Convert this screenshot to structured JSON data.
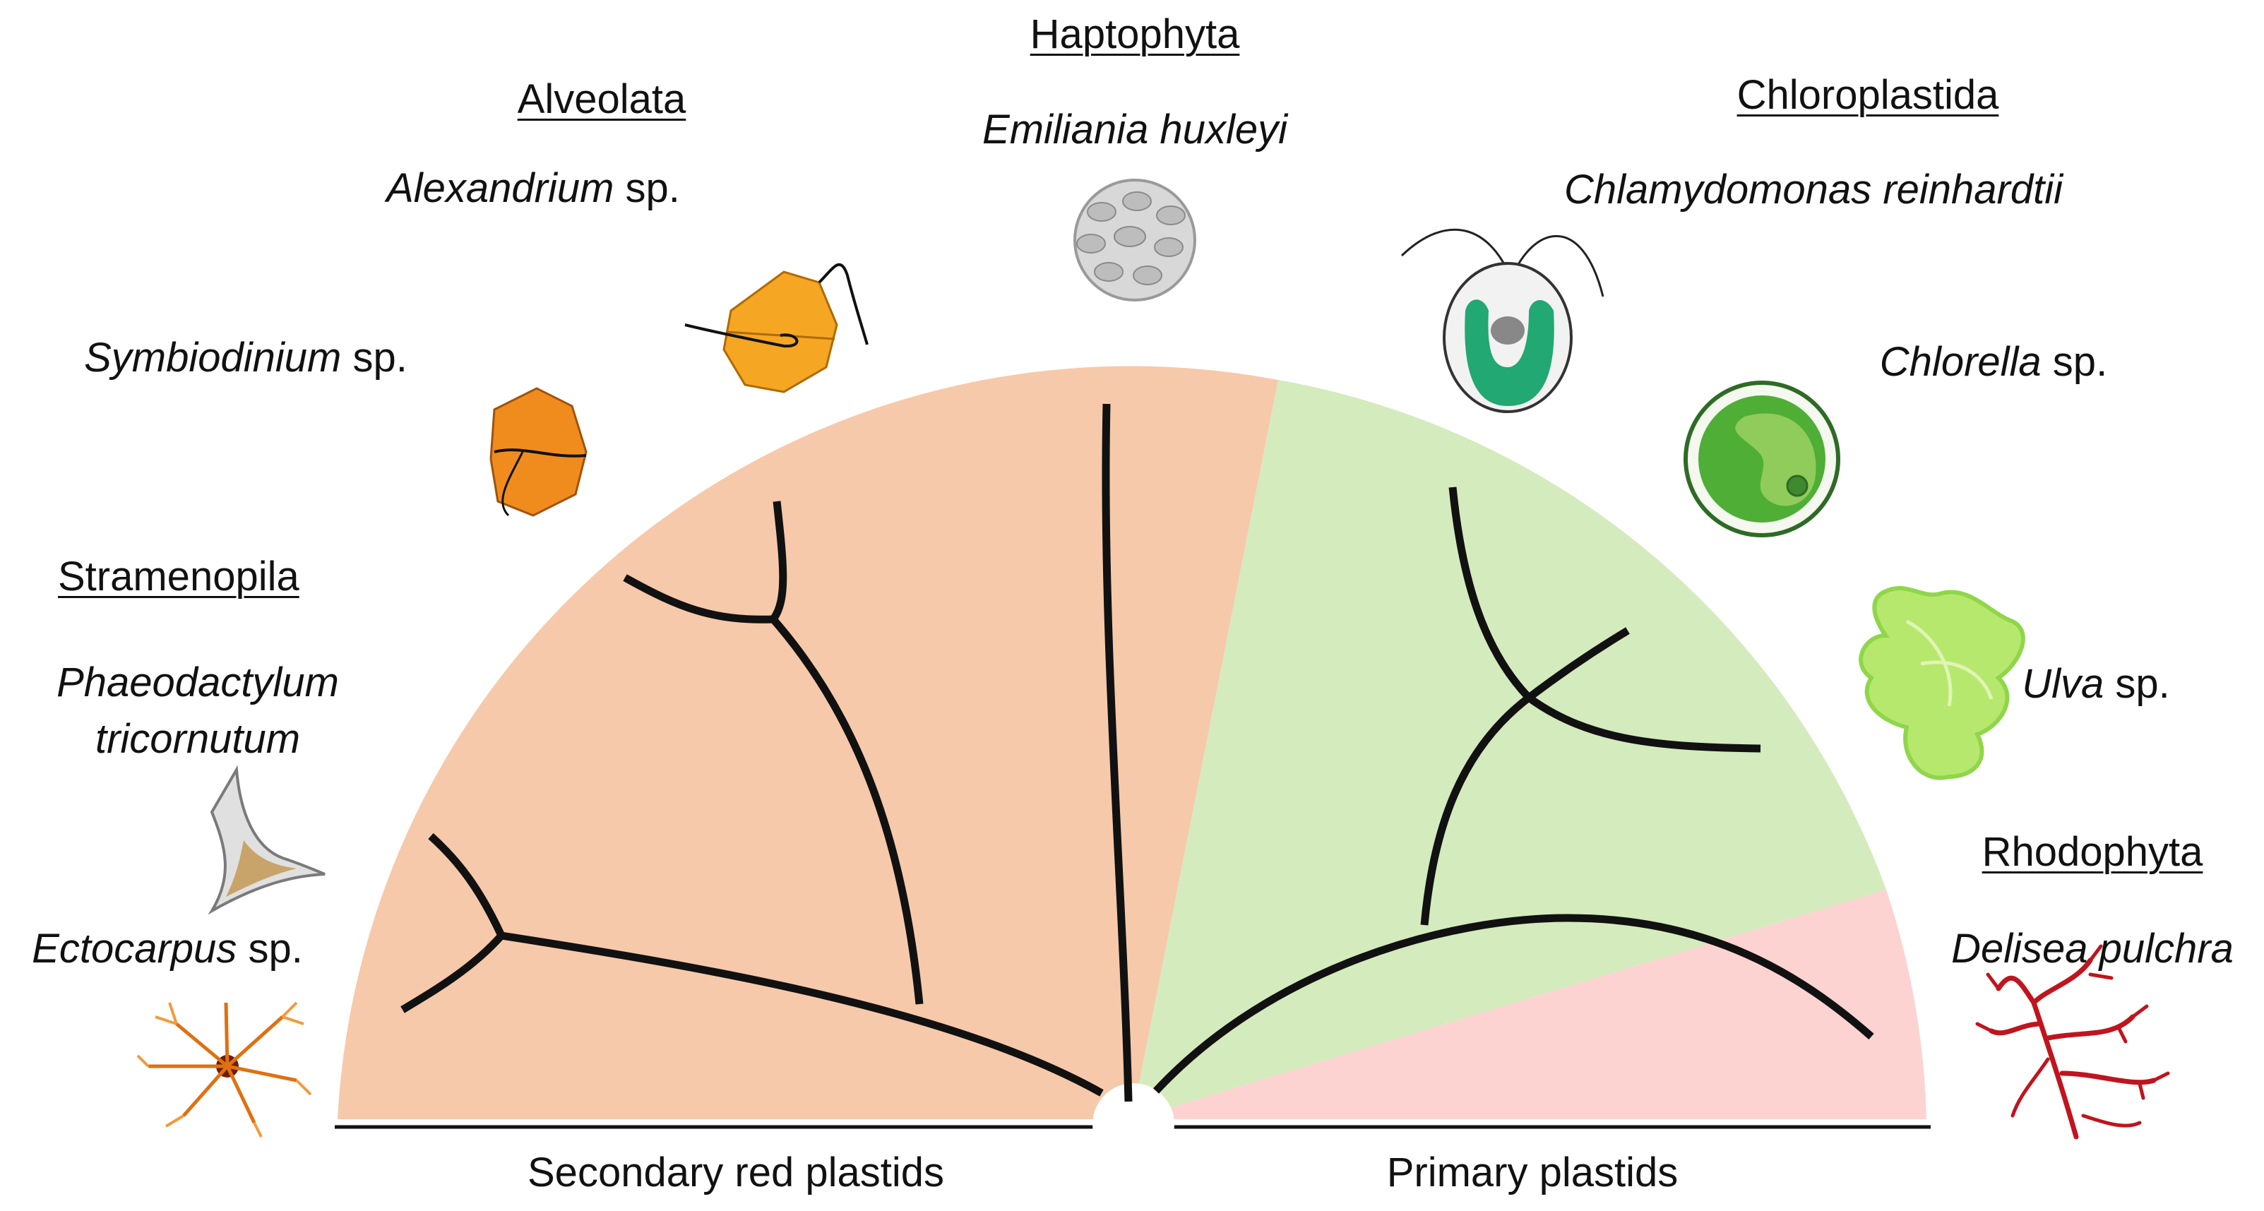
{
  "colors": {
    "secondary_red_region": "#f6c9aa",
    "primary_green_region": "#d4ebbd",
    "rhodophyta_region": "#fcd3d1",
    "branch": "#111111"
  },
  "groups": {
    "haptophyta": "Haptophyta",
    "alveolata": "Alveolata",
    "chloroplastida": "Chloroplastida",
    "stramenopila": "Stramenopila",
    "rhodophyta": "Rhodophyta"
  },
  "species": {
    "emiliania": {
      "italic": "Emiliania huxleyi",
      "suffix": ""
    },
    "alexandrium": {
      "italic": "Alexandrium",
      "suffix": " sp."
    },
    "symbiodinium": {
      "italic": "Symbiodinium",
      "suffix": " sp."
    },
    "phaeodactylum_line1": {
      "italic": "Phaeodactylum",
      "suffix": ""
    },
    "phaeodactylum_line2": {
      "italic": "tricornutum",
      "suffix": ""
    },
    "ectocarpus": {
      "italic": "Ectocarpus",
      "suffix": " sp."
    },
    "chlamydomonas": {
      "italic": "Chlamydomonas reinhardtii",
      "suffix": ""
    },
    "chlorella": {
      "italic": "Chlorella",
      "suffix": " sp."
    },
    "ulva": {
      "italic": "Ulva",
      "suffix": " sp."
    },
    "delisea": {
      "italic": "Delisea pulchra",
      "suffix": ""
    }
  },
  "baseline": {
    "left_label": "Secondary red plastids",
    "right_label": "Primary plastids"
  },
  "organism_icons": [
    "emiliania-coccolith-icon",
    "alexandrium-dinoflagellate-icon",
    "symbiodinium-dinoflagellate-icon",
    "phaeodactylum-diatom-icon",
    "ectocarpus-brown-alga-icon",
    "chlamydomonas-cell-icon",
    "chlorella-cell-icon",
    "ulva-sea-lettuce-icon",
    "delisea-red-alga-icon"
  ]
}
